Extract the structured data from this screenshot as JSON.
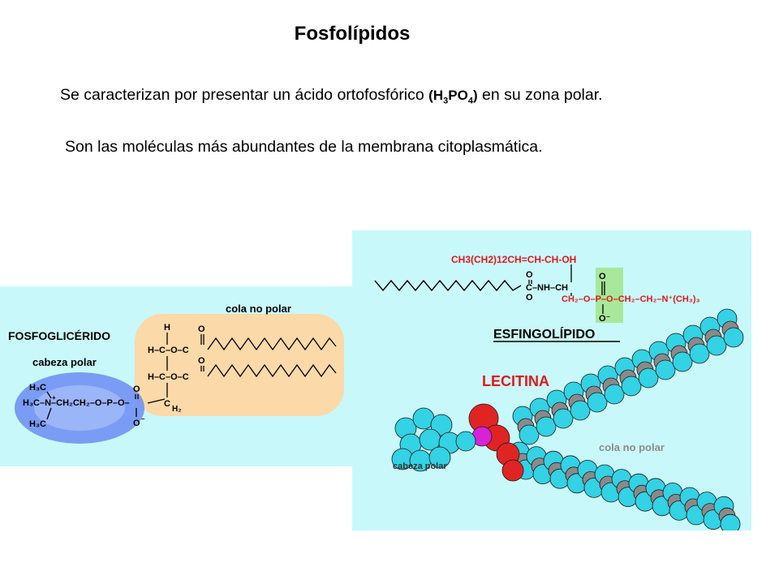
{
  "slide": {
    "title": "Fosfolípidos",
    "line1_before": "Se caracterizan por presentar un ácido ortofosfórico",
    "line1_formula_open": "(H",
    "line1_formula_sub1": "3",
    "line1_formula_mid": "PO",
    "line1_formula_sub2": "4",
    "line1_formula_close": ")",
    "line1_after": "en su zona polar.",
    "line2": "Son las moléculas más abundantes de la membrana citoplasmática."
  },
  "left_figure": {
    "label_tail": "cola no polar",
    "label_name": "FOSFOGLICÉRIDO",
    "label_head": "cabeza polar"
  },
  "right_figure": {
    "top_chain": "CH3(CH2)12CH=CH-CH-OH",
    "label_name": "ESFINGOLÍPIDO",
    "label_lecitina": "LECITINA",
    "label_tail": "cola no polar",
    "label_head": "cabeza polar"
  },
  "colors": {
    "panel_bg": "#c9f8fb",
    "tail_region": "#fbd9a8",
    "head_region": "#6c8cf2",
    "phosphate_box": "#a8e89a",
    "red_text": "#e01818",
    "sphere_cyan": "#33d2e4",
    "sphere_gray": "#8a8a8a",
    "sphere_red": "#e02424",
    "sphere_magenta": "#d822d8"
  }
}
